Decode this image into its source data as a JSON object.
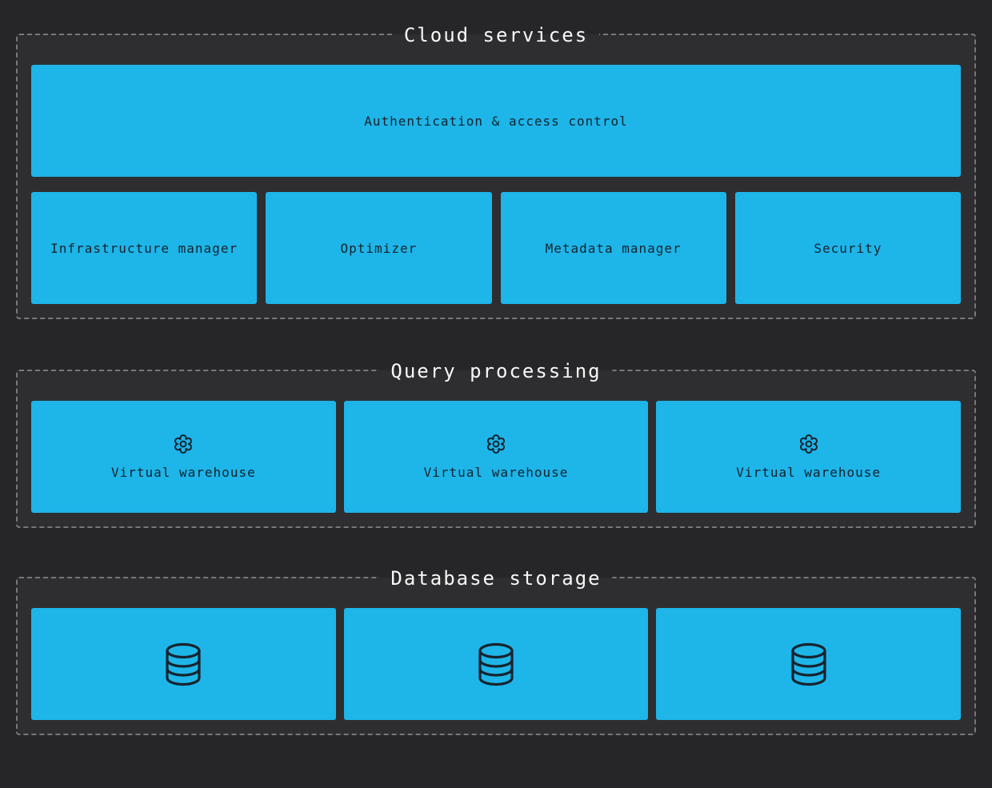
{
  "colors": {
    "page_background": "#262628",
    "section_background": "#2e2e30",
    "dashed_border": "#78787b",
    "box_fill": "#1eb5e9",
    "box_text": "#17232d",
    "title_text": "#f8f8f8"
  },
  "icons": {
    "warehouse_icon": "gear-icon",
    "storage_icon": "database-icon"
  },
  "sections": {
    "cloud_services": {
      "title": "Cloud services",
      "auth_box_label": "Authentication & access control",
      "boxes": [
        "Infrastructure manager",
        "Optimizer",
        "Metadata manager",
        "Security"
      ]
    },
    "query_processing": {
      "title": "Query processing",
      "warehouses": [
        "Virtual warehouse",
        "Virtual warehouse",
        "Virtual warehouse"
      ]
    },
    "database_storage": {
      "title": "Database storage",
      "database_count": 3
    }
  }
}
